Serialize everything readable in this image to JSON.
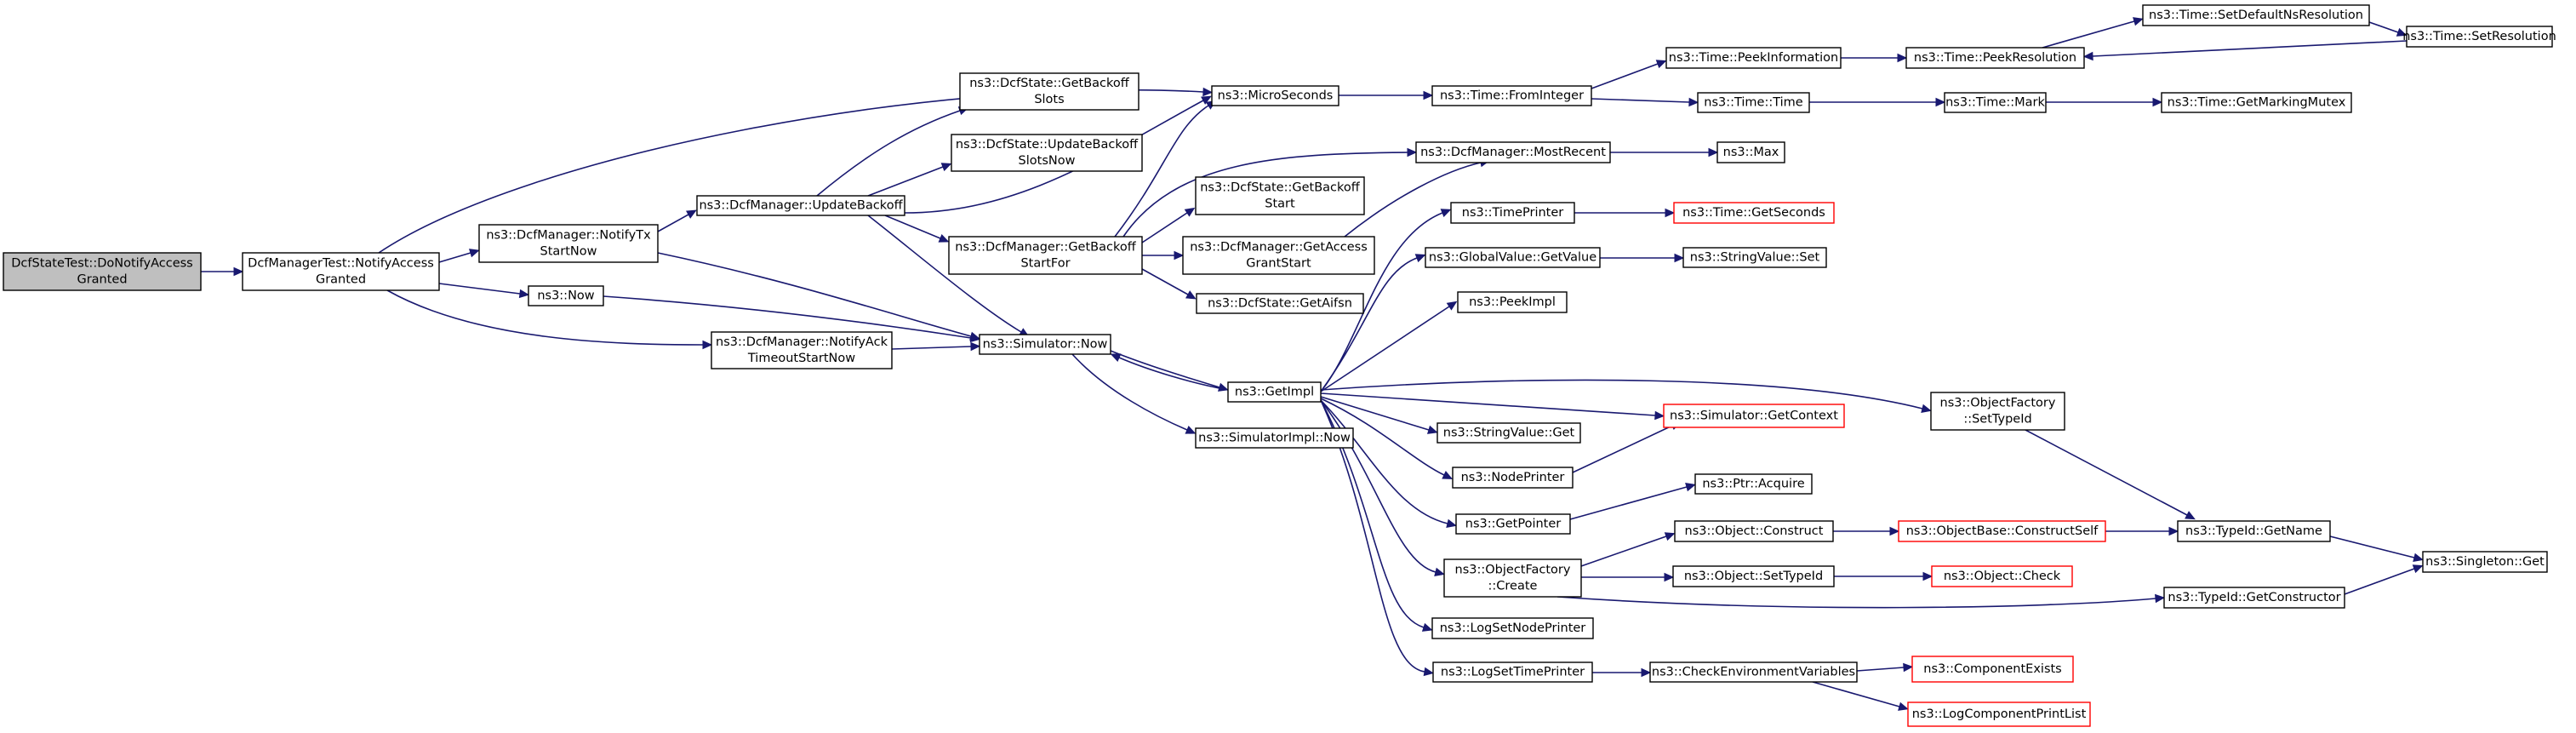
{
  "graph": {
    "colors": {
      "edge": "#191970",
      "node_border": "#000000",
      "truncated_border": "#ff0000",
      "root_fill": "#bfbfbf"
    },
    "nodes": [
      {
        "id": "root",
        "lines": [
          "DcfStateTest::DoNotifyAccess",
          "Granted"
        ],
        "root": true
      },
      {
        "id": "notifyAccess",
        "lines": [
          "DcfManagerTest::NotifyAccess",
          "Granted"
        ]
      },
      {
        "id": "notifyTx",
        "lines": [
          "ns3::DcfManager::NotifyTx",
          "StartNow"
        ]
      },
      {
        "id": "now",
        "lines": [
          "ns3::Now"
        ]
      },
      {
        "id": "notifyAck",
        "lines": [
          "ns3::DcfManager::NotifyAck",
          "TimeoutStartNow"
        ]
      },
      {
        "id": "updateBackoff",
        "lines": [
          "ns3::DcfManager::UpdateBackoff"
        ]
      },
      {
        "id": "getBackoffSlots",
        "lines": [
          "ns3::DcfState::GetBackoff",
          "Slots"
        ]
      },
      {
        "id": "updateBackoffSlots",
        "lines": [
          "ns3::DcfState::UpdateBackoff",
          "SlotsNow"
        ]
      },
      {
        "id": "getBackoffStartFor",
        "lines": [
          "ns3::DcfManager::GetBackoff",
          "StartFor"
        ]
      },
      {
        "id": "simNow",
        "lines": [
          "ns3::Simulator::Now"
        ]
      },
      {
        "id": "micro",
        "lines": [
          "ns3::MicroSeconds"
        ]
      },
      {
        "id": "mostRecent",
        "lines": [
          "ns3::DcfManager::MostRecent"
        ]
      },
      {
        "id": "getBackoffStart",
        "lines": [
          "ns3::DcfState::GetBackoff",
          "Start"
        ]
      },
      {
        "id": "getAccessGrant",
        "lines": [
          "ns3::DcfManager::GetAccess",
          "GrantStart"
        ]
      },
      {
        "id": "getAifsn",
        "lines": [
          "ns3::DcfState::GetAifsn"
        ]
      },
      {
        "id": "getImpl",
        "lines": [
          "ns3::GetImpl"
        ]
      },
      {
        "id": "simImplNow",
        "lines": [
          "ns3::SimulatorImpl::Now"
        ]
      },
      {
        "id": "fromInteger",
        "lines": [
          "ns3::Time::FromInteger"
        ]
      },
      {
        "id": "max",
        "lines": [
          "ns3::Max"
        ]
      },
      {
        "id": "timePrinter",
        "lines": [
          "ns3::TimePrinter"
        ]
      },
      {
        "id": "gvGetValue",
        "lines": [
          "ns3::GlobalValue::GetValue"
        ]
      },
      {
        "id": "peekImpl",
        "lines": [
          "ns3::PeekImpl"
        ]
      },
      {
        "id": "strGet",
        "lines": [
          "ns3::StringValue::Get"
        ]
      },
      {
        "id": "nodePrinter",
        "lines": [
          "ns3::NodePrinter"
        ]
      },
      {
        "id": "getPointer",
        "lines": [
          "ns3::GetPointer"
        ]
      },
      {
        "id": "ofCreate",
        "lines": [
          "ns3::ObjectFactory",
          "::Create"
        ]
      },
      {
        "id": "logSetNode",
        "lines": [
          "ns3::LogSetNodePrinter"
        ]
      },
      {
        "id": "logSetTime",
        "lines": [
          "ns3::LogSetTimePrinter"
        ]
      },
      {
        "id": "peekInfo",
        "lines": [
          "ns3::Time::PeekInformation"
        ]
      },
      {
        "id": "timeTime",
        "lines": [
          "ns3::Time::Time"
        ]
      },
      {
        "id": "getSeconds",
        "lines": [
          "ns3::Time::GetSeconds"
        ],
        "truncated": true
      },
      {
        "id": "strSet",
        "lines": [
          "ns3::StringValue::Set"
        ]
      },
      {
        "id": "getContext",
        "lines": [
          "ns3::Simulator::GetContext"
        ],
        "truncated": true
      },
      {
        "id": "ptrAcquire",
        "lines": [
          "ns3::Ptr::Acquire"
        ]
      },
      {
        "id": "objConstruct",
        "lines": [
          "ns3::Object::Construct"
        ]
      },
      {
        "id": "objSetTypeId",
        "lines": [
          "ns3::Object::SetTypeId"
        ]
      },
      {
        "id": "checkEnv",
        "lines": [
          "ns3::CheckEnvironmentVariables"
        ]
      },
      {
        "id": "peekRes",
        "lines": [
          "ns3::Time::PeekResolution"
        ]
      },
      {
        "id": "timeMark",
        "lines": [
          "ns3::Time::Mark"
        ]
      },
      {
        "id": "ofSetTypeId",
        "lines": [
          "ns3::ObjectFactory",
          "::SetTypeId"
        ]
      },
      {
        "id": "constructSelf",
        "lines": [
          "ns3::ObjectBase::ConstructSelf"
        ],
        "truncated": true
      },
      {
        "id": "objCheck",
        "lines": [
          "ns3::Object::Check"
        ],
        "truncated": true
      },
      {
        "id": "compExists",
        "lines": [
          "ns3::ComponentExists"
        ],
        "truncated": true
      },
      {
        "id": "logCompPrint",
        "lines": [
          "ns3::LogComponentPrintList"
        ],
        "truncated": true
      },
      {
        "id": "setDefaultNs",
        "lines": [
          "ns3::Time::SetDefaultNsResolution"
        ]
      },
      {
        "id": "setRes",
        "lines": [
          "ns3::Time::SetResolution"
        ]
      },
      {
        "id": "markingMutex",
        "lines": [
          "ns3::Time::GetMarkingMutex"
        ]
      },
      {
        "id": "typeIdGetName",
        "lines": [
          "ns3::TypeId::GetName"
        ]
      },
      {
        "id": "typeIdGetCtor",
        "lines": [
          "ns3::TypeId::GetConstructor"
        ]
      },
      {
        "id": "singletonGet",
        "lines": [
          "ns3::Singleton::Get"
        ]
      }
    ]
  }
}
